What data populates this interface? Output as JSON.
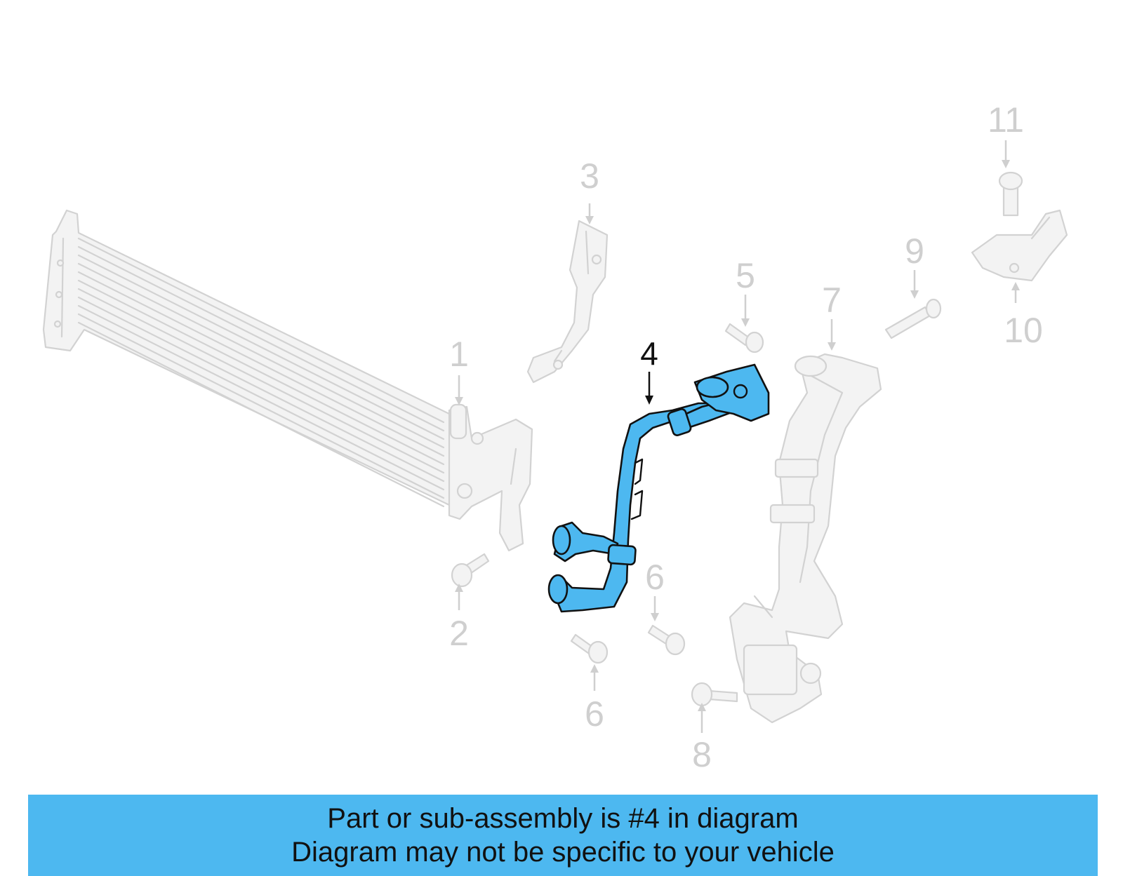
{
  "diagram": {
    "highlighted_callout": "4",
    "callouts": [
      "1",
      "2",
      "3",
      "4",
      "5",
      "6",
      "6",
      "7",
      "8",
      "9",
      "10",
      "11"
    ]
  },
  "banner": {
    "line1": "Part or sub-assembly is #4 in diagram",
    "line2": "Diagram may not be specific to your vehicle"
  },
  "colors": {
    "highlight": "#4db8f0",
    "ghost_stroke": "#d2d2d2",
    "callout_ghost": "#cfcfcf"
  }
}
